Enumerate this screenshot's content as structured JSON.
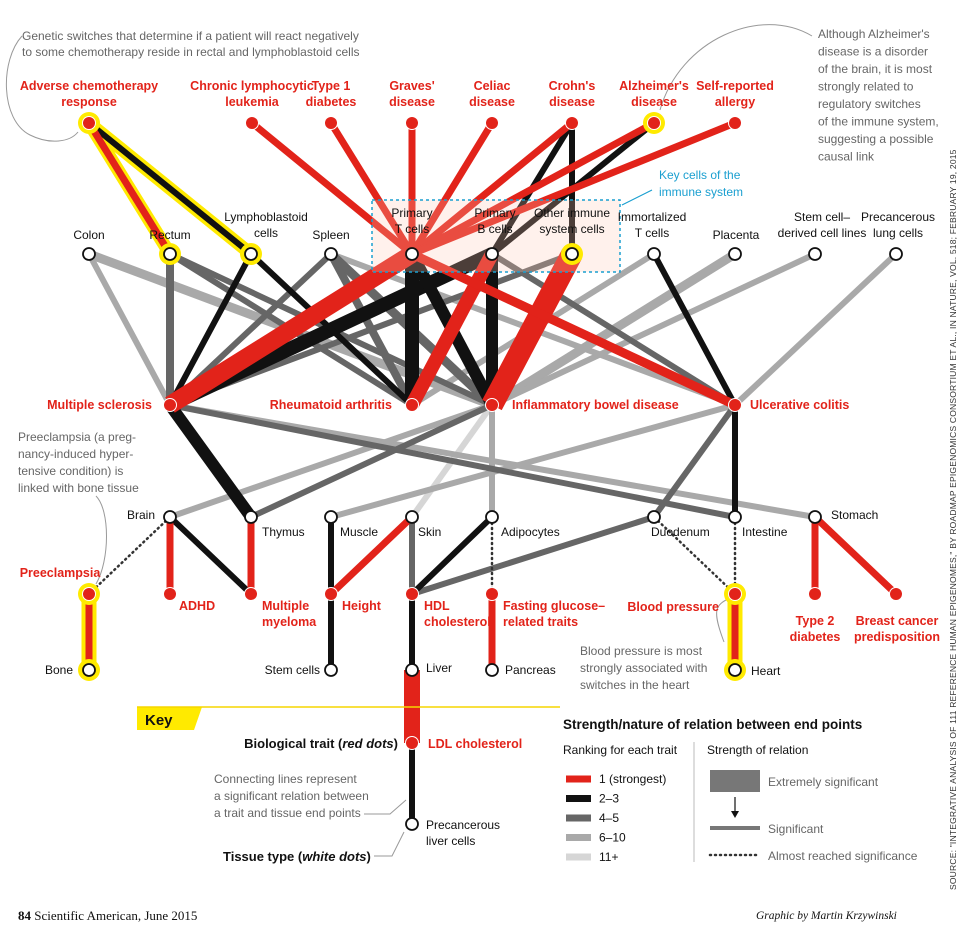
{
  "colors": {
    "rank1": "#e2231a",
    "rank2_3": "#111111",
    "rank4_5": "#666666",
    "rank6_10": "#a9a9a9",
    "rank11": "#d6d6d6",
    "highlight": "#ffea00",
    "cyan": "#1a9fd0"
  },
  "annotations": {
    "chemo": [
      "Genetic switches that determine if a patient will react negatively",
      "to some chemotherapy reside in rectal and lymphoblastoid cells"
    ],
    "alzheimer": [
      "Although Alzheimer's",
      "disease is a disorder",
      "of the brain, it is most",
      "strongly related to",
      "regulatory switches",
      "of the immune system,",
      "suggesting a possible",
      "causal link"
    ],
    "immune": [
      "Key cells of the",
      "immune system"
    ],
    "preeclampsia": [
      "Preeclampsia (a preg-",
      "nancy-induced hyper-",
      "tensive condition) is",
      "linked with bone tissue"
    ],
    "blood": [
      "Blood pressure is most",
      "strongly associated with",
      "switches in the heart"
    ]
  },
  "traits": [
    {
      "id": "adverse",
      "lines": [
        "Adverse chemotherapy",
        "response"
      ]
    },
    {
      "id": "cll",
      "lines": [
        "Chronic lymphocytic",
        "leukemia"
      ]
    },
    {
      "id": "t1d",
      "lines": [
        "Type 1",
        "diabetes"
      ]
    },
    {
      "id": "graves",
      "lines": [
        "Graves'",
        "disease"
      ]
    },
    {
      "id": "celiac",
      "lines": [
        "Celiac",
        "disease"
      ]
    },
    {
      "id": "crohn",
      "lines": [
        "Crohn's",
        "disease"
      ]
    },
    {
      "id": "alz",
      "lines": [
        "Alzheimer's",
        "disease"
      ]
    },
    {
      "id": "allergy",
      "lines": [
        "Self-reported",
        "allergy"
      ]
    },
    {
      "id": "ms",
      "lines": [
        "Multiple sclerosis"
      ]
    },
    {
      "id": "ra",
      "lines": [
        "Rheumatoid arthritis"
      ]
    },
    {
      "id": "ibd",
      "lines": [
        "Inflammatory bowel disease"
      ]
    },
    {
      "id": "uc",
      "lines": [
        "Ulcerative colitis"
      ]
    },
    {
      "id": "preec",
      "lines": [
        "Preeclampsia"
      ]
    },
    {
      "id": "adhd",
      "lines": [
        "ADHD"
      ]
    },
    {
      "id": "myeloma",
      "lines": [
        "Multiple",
        "myeloma"
      ]
    },
    {
      "id": "height",
      "lines": [
        "Height"
      ]
    },
    {
      "id": "hdl",
      "lines": [
        "HDL",
        "cholesterol"
      ]
    },
    {
      "id": "glucose",
      "lines": [
        "Fasting glucose–",
        "related traits"
      ]
    },
    {
      "id": "bp",
      "lines": [
        "Blood pressure"
      ]
    },
    {
      "id": "t2d",
      "lines": [
        "Type 2",
        "diabetes"
      ]
    },
    {
      "id": "breast",
      "lines": [
        "Breast cancer",
        "predisposition"
      ]
    },
    {
      "id": "ldl",
      "lines": [
        "LDL cholesterol"
      ]
    }
  ],
  "tissues": [
    {
      "id": "colon",
      "lines": [
        "Colon"
      ]
    },
    {
      "id": "rectum",
      "lines": [
        "Rectum"
      ]
    },
    {
      "id": "lympho",
      "lines": [
        "Lymphoblastoid",
        "cells"
      ]
    },
    {
      "id": "spleen",
      "lines": [
        "Spleen"
      ]
    },
    {
      "id": "tcell",
      "lines": [
        "Primary",
        "T cells"
      ]
    },
    {
      "id": "bcell",
      "lines": [
        "Primary",
        "B cells"
      ]
    },
    {
      "id": "otherimm",
      "lines": [
        "Other immune",
        "system cells"
      ]
    },
    {
      "id": "immt",
      "lines": [
        "Immortalized",
        "T cells"
      ]
    },
    {
      "id": "placenta",
      "lines": [
        "Placenta"
      ]
    },
    {
      "id": "stemlines",
      "lines": [
        "Stem cell–",
        "derived cell lines"
      ]
    },
    {
      "id": "precanlung",
      "lines": [
        "Precancerous",
        "lung cells"
      ]
    },
    {
      "id": "brain",
      "lines": [
        "Brain"
      ]
    },
    {
      "id": "thymus",
      "lines": [
        "Thymus"
      ]
    },
    {
      "id": "muscle",
      "lines": [
        "Muscle"
      ]
    },
    {
      "id": "skin",
      "lines": [
        "Skin"
      ]
    },
    {
      "id": "adipo",
      "lines": [
        "Adipocytes"
      ]
    },
    {
      "id": "duod",
      "lines": [
        "Duodenum"
      ]
    },
    {
      "id": "intest",
      "lines": [
        "Intestine"
      ]
    },
    {
      "id": "stomach",
      "lines": [
        "Stomach"
      ]
    },
    {
      "id": "bone",
      "lines": [
        "Bone"
      ]
    },
    {
      "id": "stem",
      "lines": [
        "Stem cells"
      ]
    },
    {
      "id": "liver",
      "lines": [
        "Liver"
      ]
    },
    {
      "id": "pancreas",
      "lines": [
        "Pancreas"
      ]
    },
    {
      "id": "heart",
      "lines": [
        "Heart"
      ]
    },
    {
      "id": "precanliver",
      "lines": [
        "Precancerous",
        "liver cells"
      ]
    }
  ],
  "edges": [
    {
      "a": "adverse",
      "b": "rectum",
      "rank": "1"
    },
    {
      "a": "adverse",
      "b": "lympho",
      "rank": "2-3"
    },
    {
      "a": "cll",
      "b": "tcell",
      "rank": "1"
    },
    {
      "a": "t1d",
      "b": "tcell",
      "rank": "1"
    },
    {
      "a": "graves",
      "b": "tcell",
      "rank": "1"
    },
    {
      "a": "celiac",
      "b": "tcell",
      "rank": "1"
    },
    {
      "a": "crohn",
      "b": "tcell",
      "rank": "1"
    },
    {
      "a": "crohn",
      "b": "bcell",
      "rank": "2-3"
    },
    {
      "a": "crohn",
      "b": "otherimm",
      "rank": "2-3"
    },
    {
      "a": "alz",
      "b": "bcell",
      "rank": "2-3"
    },
    {
      "a": "alz",
      "b": "tcell",
      "rank": "1"
    },
    {
      "a": "allergy",
      "b": "tcell",
      "rank": "1"
    },
    {
      "a": "ms",
      "b": "tcell",
      "rank": "1"
    },
    {
      "a": "ms",
      "b": "bcell",
      "rank": "2-3"
    },
    {
      "a": "ms",
      "b": "lympho",
      "rank": "2-3"
    },
    {
      "a": "ms",
      "b": "rectum",
      "rank": "4-5"
    },
    {
      "a": "ms",
      "b": "colon",
      "rank": "6-10"
    },
    {
      "a": "ms",
      "b": "spleen",
      "rank": "4-5"
    },
    {
      "a": "ms",
      "b": "thymus",
      "rank": "2-3"
    },
    {
      "a": "ms",
      "b": "stomach",
      "rank": "6-10"
    },
    {
      "a": "ms",
      "b": "intest",
      "rank": "4-5"
    },
    {
      "a": "ms",
      "b": "otherimm",
      "rank": "4-5"
    },
    {
      "a": "ra",
      "b": "tcell",
      "rank": "2-3"
    },
    {
      "a": "ra",
      "b": "bcell",
      "rank": "1"
    },
    {
      "a": "ra",
      "b": "lympho",
      "rank": "2-3"
    },
    {
      "a": "ra",
      "b": "spleen",
      "rank": "4-5"
    },
    {
      "a": "ra",
      "b": "rectum",
      "rank": "4-5"
    },
    {
      "a": "ra",
      "b": "immt",
      "rank": "6-10"
    },
    {
      "a": "ibd",
      "b": "otherimm",
      "rank": "1"
    },
    {
      "a": "ibd",
      "b": "tcell",
      "rank": "2-3"
    },
    {
      "a": "ibd",
      "b": "bcell",
      "rank": "2-3"
    },
    {
      "a": "ibd",
      "b": "spleen",
      "rank": "4-5"
    },
    {
      "a": "ibd",
      "b": "rectum",
      "rank": "4-5"
    },
    {
      "a": "ibd",
      "b": "colon",
      "rank": "6-10"
    },
    {
      "a": "ibd",
      "b": "placenta",
      "rank": "6-10"
    },
    {
      "a": "ibd",
      "b": "stemlines",
      "rank": "6-10"
    },
    {
      "a": "ibd",
      "b": "adipo",
      "rank": "6-10"
    },
    {
      "a": "ibd",
      "b": "thymus",
      "rank": "4-5"
    },
    {
      "a": "ibd",
      "b": "brain",
      "rank": "6-10"
    },
    {
      "a": "ibd",
      "b": "skin",
      "rank": "11+"
    },
    {
      "a": "uc",
      "b": "tcell",
      "rank": "1"
    },
    {
      "a": "uc",
      "b": "bcell",
      "rank": "4-5"
    },
    {
      "a": "uc",
      "b": "spleen",
      "rank": "6-10"
    },
    {
      "a": "uc",
      "b": "intest",
      "rank": "2-3"
    },
    {
      "a": "uc",
      "b": "precanlung",
      "rank": "6-10"
    },
    {
      "a": "uc",
      "b": "muscle",
      "rank": "6-10"
    },
    {
      "a": "uc",
      "b": "duod",
      "rank": "4-5"
    },
    {
      "a": "uc",
      "b": "immt",
      "rank": "2-3"
    },
    {
      "a": "preec",
      "b": "bone",
      "rank": "1"
    },
    {
      "a": "preec",
      "b": "brain",
      "rank": "dotted"
    },
    {
      "a": "adhd",
      "b": "brain",
      "rank": "1"
    },
    {
      "a": "myeloma",
      "b": "brain",
      "rank": "2-3"
    },
    {
      "a": "myeloma",
      "b": "thymus",
      "rank": "1"
    },
    {
      "a": "height",
      "b": "muscle",
      "rank": "2-3"
    },
    {
      "a": "height",
      "b": "skin",
      "rank": "1"
    },
    {
      "a": "height",
      "b": "stem",
      "rank": "2-3"
    },
    {
      "a": "hdl",
      "b": "skin",
      "rank": "4-5"
    },
    {
      "a": "hdl",
      "b": "adipo",
      "rank": "2-3"
    },
    {
      "a": "hdl",
      "b": "duod",
      "rank": "4-5"
    },
    {
      "a": "hdl",
      "b": "liver",
      "rank": "2-3"
    },
    {
      "a": "glucose",
      "b": "adipo",
      "rank": "dotted"
    },
    {
      "a": "glucose",
      "b": "pancreas",
      "rank": "1"
    },
    {
      "a": "bp",
      "b": "duod",
      "rank": "dotted"
    },
    {
      "a": "bp",
      "b": "intest",
      "rank": "dotted"
    },
    {
      "a": "bp",
      "b": "heart",
      "rank": "1"
    },
    {
      "a": "t2d",
      "b": "stomach",
      "rank": "1"
    },
    {
      "a": "breast",
      "b": "stomach",
      "rank": "1"
    },
    {
      "a": "ldl",
      "b": "liver",
      "rank": "1"
    },
    {
      "a": "ldl",
      "b": "precanliver",
      "rank": "2-3"
    }
  ],
  "key": {
    "title": "Key",
    "trait_label": "Biological trait (",
    "trait_label_em": "red dots",
    "trait_label_end": ")",
    "ldl_label": "LDL cholesterol",
    "liver_label": "Liver",
    "precan_lines": [
      "Precancerous",
      "liver cells"
    ],
    "connect_lines": [
      "Connecting lines represent",
      "a significant relation between",
      "a trait and tissue end points"
    ],
    "tissue_label": "Tissue type (",
    "tissue_label_em": "white dots",
    "tissue_label_end": ")",
    "legend_title": "Strength/nature of relation between end points",
    "ranking_title": "Ranking for each trait",
    "strength_title": "Strength of relation",
    "ranks": [
      "1 (strongest)",
      "2–3",
      "4–5",
      "6–10",
      "11+"
    ],
    "strength": [
      "Extremely significant",
      "Significant",
      "Almost reached significance"
    ]
  },
  "footer": {
    "page": "84",
    "mag": "Scientific American, June 2015",
    "credit": "Graphic by Martin Krzywinski"
  },
  "source": "SOURCE: \"INTEGRATIVE ANALYSIS OF 111 REFERENCE HUMAN EPIGENOMES,\" BY ROADMAP EPIGENOMICS CONSORTIUM ET AL., IN NATURE, VOL. 518; FEBRUARY 19, 2015"
}
